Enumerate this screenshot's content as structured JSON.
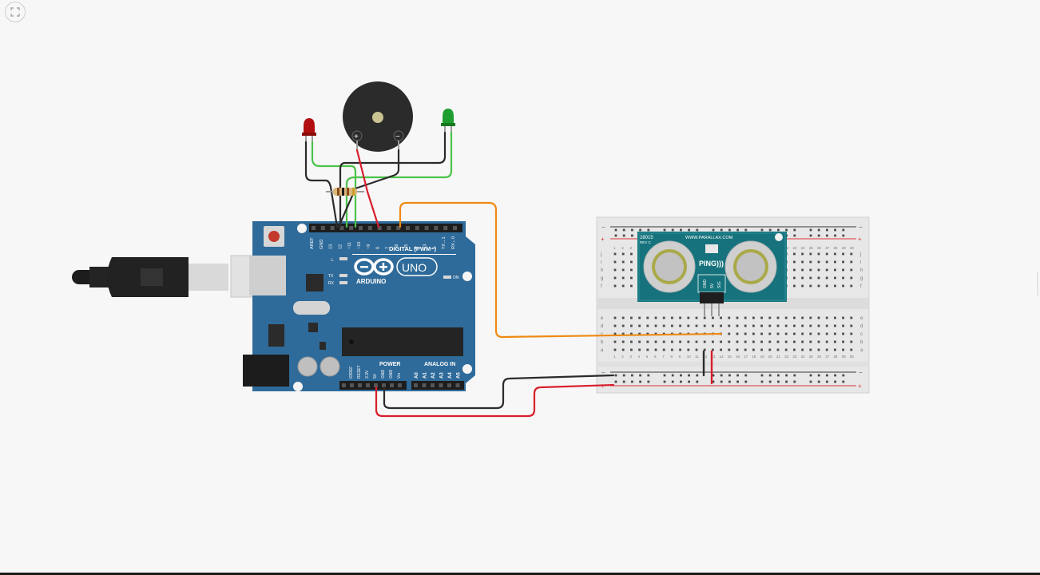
{
  "toolbar": {
    "fit_icon": "fullscreen-icon"
  },
  "arduino": {
    "brand": "ARDUINO",
    "model": "UNO",
    "digital_label": "DIGITAL (PWM~)",
    "power_label": "POWER",
    "analog_label": "ANALOG IN",
    "led_l": "L",
    "led_tx": "TX",
    "led_rx": "RX",
    "led_on": "ON",
    "pins_top": [
      "AREF",
      "GND",
      "13",
      "12",
      "~11",
      "~10",
      "~9",
      "8",
      "7",
      "~6",
      "~5",
      "4",
      "~3",
      "2",
      "TX→1",
      "RX←0"
    ],
    "pins_power": [
      "IOREF",
      "RESET",
      "3.3V",
      "5V",
      "GND",
      "GND",
      "Vin"
    ],
    "pins_analog": [
      "A0",
      "A1",
      "A2",
      "A3",
      "A4",
      "A5"
    ]
  },
  "sensor": {
    "model_code": "28015",
    "rev": "REV C",
    "website": "WWW.PARALLAX.COM",
    "name": "PING)))",
    "pins": [
      "GND",
      "5V",
      "SIG"
    ]
  },
  "breadboard": {
    "row_letters_top": [
      "j",
      "i",
      "h",
      "g",
      "f"
    ],
    "row_letters_bottom": [
      "e",
      "d",
      "c",
      "b",
      "a"
    ],
    "col_numbers": [
      "1",
      "2",
      "3",
      "4",
      "5",
      "6",
      "7",
      "8",
      "9",
      "10",
      "11",
      "12",
      "13",
      "14",
      "15",
      "16",
      "17",
      "18",
      "19",
      "20",
      "21",
      "22",
      "23",
      "24",
      "25",
      "26",
      "27",
      "28",
      "29",
      "30"
    ]
  },
  "colors": {
    "board": "#2f6b9a",
    "wire_orange": "#ee8a12",
    "wire_red": "#d81e2b",
    "wire_black": "#2b2b2b",
    "wire_green": "#4cc24a",
    "sensor_board": "#16737d"
  }
}
